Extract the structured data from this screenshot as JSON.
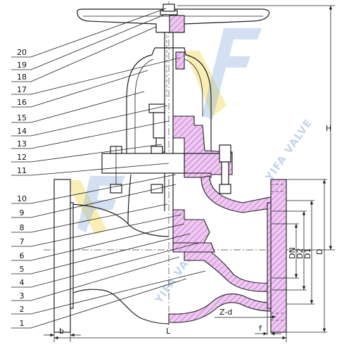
{
  "parts": [
    "20",
    "19",
    "18",
    "17",
    "16",
    "15",
    "14",
    "13",
    "12",
    "11",
    "10",
    "9",
    "8",
    "7",
    "6",
    "5",
    "4",
    "3",
    "2",
    "1"
  ],
  "dimensions": {
    "H": "H",
    "DN": "DN",
    "D2": "D2",
    "D1": "D1",
    "D": "D",
    "L": "L",
    "b": "b",
    "f": "f",
    "Z_d": "Z-d"
  },
  "watermark": "YIFA VALVE",
  "colors": {
    "section_fill": "#f4c6ee",
    "hatch_line": "#3a3ad6",
    "outline": "#1e1e1e",
    "watermark_blue": "#7fa6d6",
    "watermark_yellow": "#f2d95c"
  }
}
